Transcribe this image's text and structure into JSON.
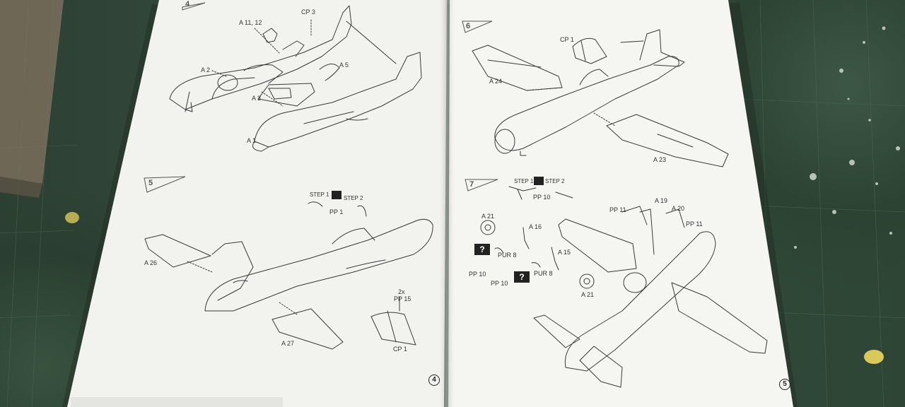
{
  "left_page": {
    "page_number": "4",
    "top_step_flag": "4",
    "mid_step_flag": "5",
    "labels": {
      "a11_12": "A 11, 12",
      "cp3": "CP 3",
      "a2": "A 2",
      "a5": "A 5",
      "a3": "A 3",
      "a1": "A 1",
      "step1": "STEP 1",
      "step2": "STEP 2",
      "pp1": "PP 1",
      "a26": "A 26",
      "two_x": "2x",
      "pp15": "PP 15",
      "a27": "A 27",
      "cp1": "CP 1"
    }
  },
  "right_page": {
    "page_number": "5",
    "top_step_flag": "6",
    "mid_step_flag": "7",
    "labels": {
      "cp1": "CP 1",
      "a24": "A 24",
      "a23": "A 23",
      "step1": "STEP 1",
      "step2": "STEP 2",
      "pp10_top": "PP 10",
      "a19": "A 19",
      "pp11_left": "PP 11",
      "a20": "A 20",
      "pp11_right": "PP 11",
      "a21_top": "A 21",
      "a16": "A 16",
      "pur8_top": "PUR 8",
      "a15": "A 15",
      "pur8_bottom": "PUR 8",
      "pp10_left": "PP 10",
      "pp10_bottom": "PP 10",
      "a21_bottom": "A 21",
      "q1": "?",
      "q2": "?"
    }
  },
  "colors": {
    "paper": "#f4f4f2",
    "ink": "#2f2f2f",
    "mat_green": "#2e4436"
  }
}
